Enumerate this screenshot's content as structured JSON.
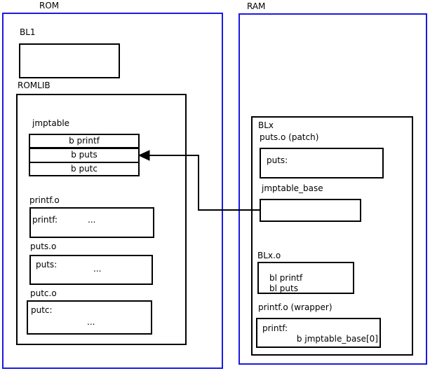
{
  "diagram": {
    "title_hint": "ROM/RAM jump-table patching memory layout",
    "colors": {
      "frame_blue": "#1a1ae0",
      "box_black": "#000000",
      "background": "#ffffff"
    },
    "rom": {
      "label": "ROM",
      "bl1": {
        "label": "BL1"
      },
      "romlib": {
        "label": "ROMLIB",
        "jmptable": {
          "label": "jmptable",
          "rows": [
            "b printf",
            "b puts",
            "b putc"
          ]
        },
        "printf_o": {
          "label": "printf.o",
          "symbol": "printf:",
          "body": "..."
        },
        "puts_o": {
          "label": "puts.o",
          "symbol": "puts:",
          "body": "..."
        },
        "putc_o": {
          "label": "putc.o",
          "symbol": "putc:",
          "body": "..."
        }
      }
    },
    "ram": {
      "label": "RAM",
      "blx": {
        "label": "BLx",
        "puts_patch": {
          "label": "puts.o (patch)",
          "symbol": "puts:"
        },
        "jmptable_base": {
          "label": "jmptable_base"
        },
        "blx_o": {
          "label": "BLx.o",
          "line1": "bl printf",
          "line2": "bl puts"
        },
        "printf_wrapper": {
          "label": "printf.o (wrapper)",
          "symbol": "printf:",
          "body": "b jmptable_base[0]"
        }
      }
    },
    "arrow": {
      "meaning": "jmptable_base points to jmptable b puts entry"
    }
  }
}
